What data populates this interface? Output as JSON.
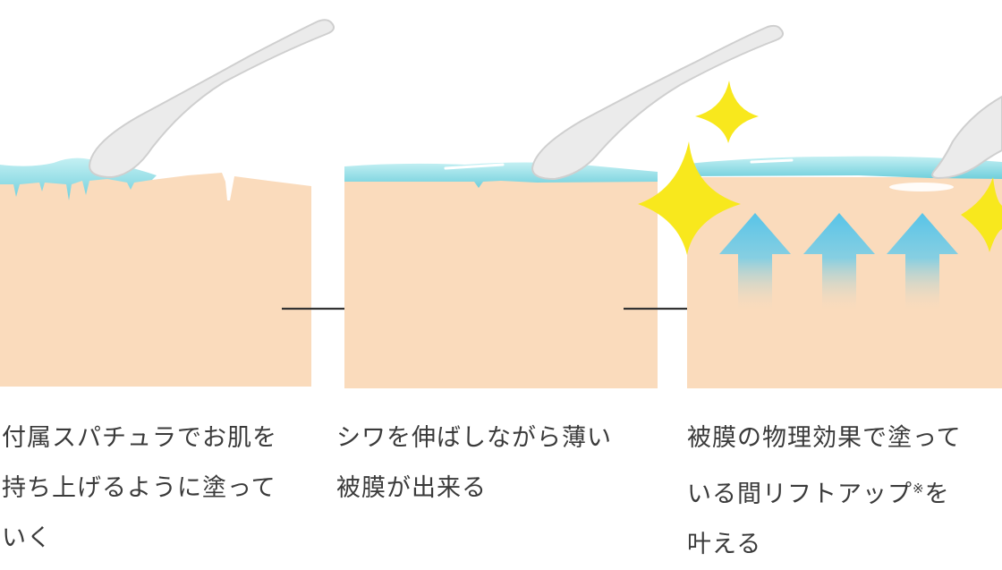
{
  "steps": [
    {
      "caption_lines": [
        "付属スパチュラでお肌を",
        "持ち上げるように塗って",
        "いく"
      ]
    },
    {
      "caption_lines": [
        "シワを伸ばしながら薄い",
        "被膜が出来る"
      ]
    },
    {
      "caption_lines": [
        "被膜の物理効果で塗って",
        "いる間リフトアップ",
        "叶える"
      ],
      "note_mark": "※",
      "note_suffix": "を"
    }
  ],
  "colors": {
    "skin": "#fadbbc",
    "film": "#8fdbe4",
    "spatula": "#e8e8e8",
    "sparkle": "#f8e81d",
    "arrow": "#5bc6e6",
    "connector": "#333333",
    "text": "#3a3a3a"
  },
  "icons": [
    "spatula-icon",
    "sparkle-icon",
    "up-arrow-icon",
    "right-arrow-icon"
  ]
}
